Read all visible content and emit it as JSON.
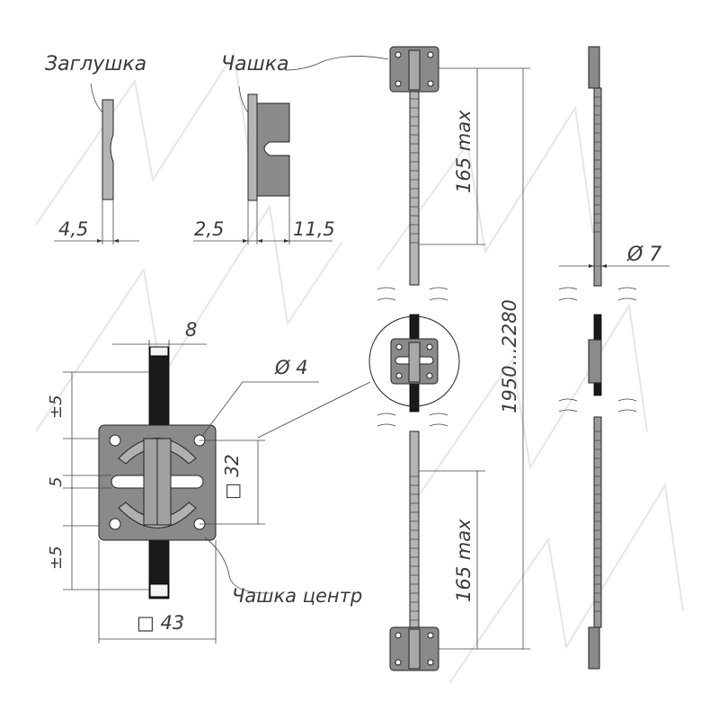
{
  "labels": {
    "plug": "Заглушка",
    "cup": "Чашка",
    "cup_center": "Чашка центр"
  },
  "dimensions": {
    "plug_thickness": "4,5",
    "cup_thickness": "2,5",
    "cup_depth": "11,5",
    "max_top": "165 max",
    "max_bottom": "165 max",
    "total_length": "1950...2280",
    "rod_diameter": "Ø 7",
    "hole_diameter": "Ø 4",
    "rod_width": "8",
    "tol_top": "±5",
    "slot": "5",
    "tol_bottom": "±5",
    "square_inner": "□ 32",
    "square_outer": "□ 43"
  },
  "colors": {
    "part_fill": "#8a8a8a",
    "part_light": "#b5b5b5",
    "rod_dark": "#1a1a1a",
    "line": "#333333"
  }
}
